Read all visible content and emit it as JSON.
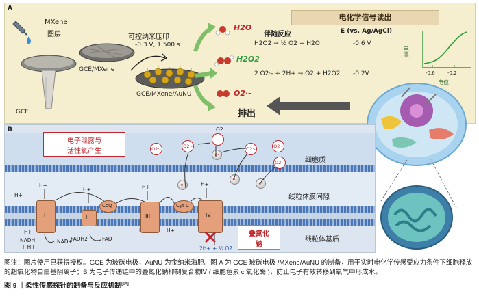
{
  "panel_a": {
    "letter": "A",
    "signal_title": "电化学信号读出",
    "mxene_label_line1": "MXene",
    "mxene_label_line2": "图层",
    "gce_label": "GCE",
    "gce_mxene_label": "GCE/MXene",
    "imprint_label": "可控纳米压印",
    "imprint_conditions": "-0.3 V, 1 500 s",
    "gce_mxene_aunu_label": "GCE/MXene/AuNU",
    "species": [
      "H2O",
      "H2O2",
      "O2·-"
    ],
    "reaction_header": "伴随反应",
    "potential_header": "E (vs. Ag/AgCl)",
    "reactions": [
      {
        "equation": "H2O2 → ½ O2 + H2O",
        "potential": "-0.6 V"
      },
      {
        "equation": "2 O2·- + 2H+ → O2 + H2O2",
        "potential": "-0.2V"
      }
    ],
    "graph_ylabel": "电流",
    "graph_xlabel": "电位",
    "graph_ticks": [
      "-0.6",
      "-0.2"
    ],
    "release_label": "排出"
  },
  "panel_b": {
    "letter": "B",
    "leak_box_line1": "电子泄露与",
    "leak_box_line2": "活性氧产生",
    "cytoplasm_label": "细胞质",
    "intermembrane_label": "线粒体膜间隙",
    "matrix_label": "线粒体基质",
    "azide_line1": "叠氮化",
    "azide_line2": "钠",
    "o2_label": "O2",
    "superoxide_label": "O2·-",
    "electron_label": "e-",
    "hplus_label": "H+",
    "complexes": [
      "I",
      "II",
      "III",
      "IV"
    ],
    "coq_label": "CoQ",
    "cytc_label": "Cyt C",
    "nadh_label": "NADH",
    "nadh_h_label": "+ H+",
    "nad_label": "NAD+",
    "fadh2_label": "FADH2",
    "fad_label": "FAD",
    "water_reaction": "2H+ + ½ O2"
  },
  "caption": "图注：图片使用已获得授权。GCE 为玻碳电极，AuNU 为金纳米海胆。图 A 为 GCE 玻碳电极 /MXene/AuNU 的制备，用于实时电化学传感受应力条件下细胞释放的超氧化物自由基阴离子；B 为电子传递链中的叠氮化钠抑制复合物Ⅳ ( 细胞色素 c 氧化酶 )，防止电子有效转移到氧气中形成水。",
  "figure_title": "图 9 ｜柔性传感探针的制备与反应机制",
  "figure_ref": "[14]",
  "colors": {
    "panel_a_bg": "#f6efcf",
    "panel_b_bg": "#dde6f0",
    "accent_red": "#c0262b",
    "accent_green": "#2e9b3c",
    "membrane_blue": "#4b76b5",
    "complex_orange": "#e3a07a"
  }
}
